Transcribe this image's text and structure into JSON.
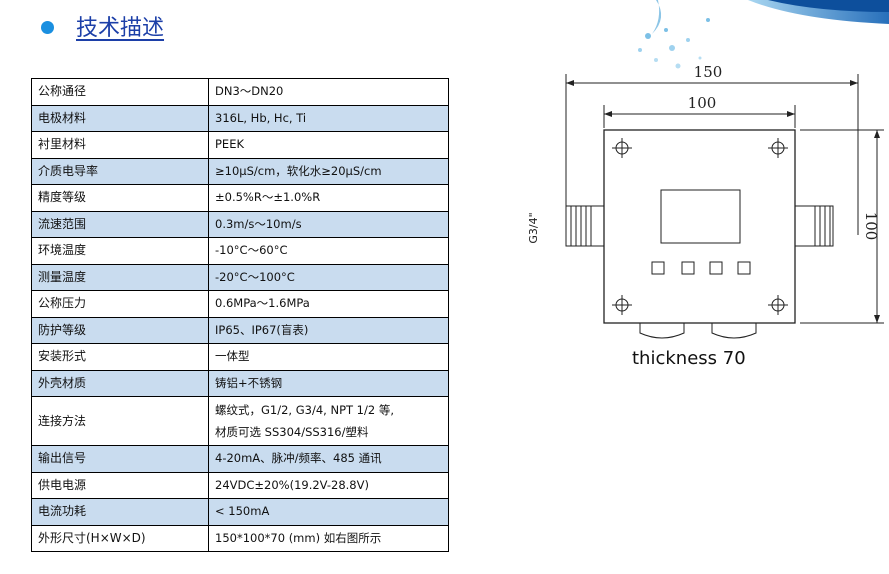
{
  "heading": "技术描述",
  "rows": [
    {
      "label": "公称通径",
      "value": "DN3～DN20",
      "shade": false
    },
    {
      "label": "电极材料",
      "value": "316L, Hb, Hc, Ti",
      "shade": true
    },
    {
      "label": "衬里材料",
      "value": "PEEK",
      "shade": false
    },
    {
      "label": "介质电导率",
      "value": "≥10μS/cm，软化水≥20μS/cm",
      "shade": true
    },
    {
      "label": "精度等级",
      "value": "±0.5%R～±1.0%R",
      "shade": false
    },
    {
      "label": "流速范围",
      "value": "0.3m/s～10m/s",
      "shade": true
    },
    {
      "label": "环境温度",
      "value": "-10°C～60°C",
      "shade": false
    },
    {
      "label": "测量温度",
      "value": "-20°C～100°C",
      "shade": true
    },
    {
      "label": "公称压力",
      "value": "0.6MPa～1.6MPa",
      "shade": false
    },
    {
      "label": "防护等级",
      "value": "IP65、IP67(盲表)",
      "shade": true
    },
    {
      "label": "安装形式",
      "value": "一体型",
      "shade": false
    },
    {
      "label": "外壳材质",
      "value": "铸铝+不锈钢",
      "shade": true
    },
    {
      "label": "连接方法",
      "value": "螺纹式，G1/2, G3/4, NPT 1/2 等,",
      "value2": "材质可选 SS304/SS316/塑料",
      "shade": false
    },
    {
      "label": "输出信号",
      "value": "4-20mA、脉冲/频率、485 通讯",
      "shade": true
    },
    {
      "label": "供电电源",
      "value": "24VDC±20%(19.2V-28.8V)",
      "shade": false
    },
    {
      "label": "电流功耗",
      "value": "< 150mA",
      "shade": true
    },
    {
      "label": "外形尺寸(H×W×D)",
      "value": "150*100*70 (mm)  如右图所示",
      "shade": false
    }
  ],
  "drawing": {
    "dim_outer_width": "150",
    "dim_inner_width": "100",
    "dim_height": "100",
    "thread_label": "G3/4\"",
    "thickness_label": "thickness 70"
  }
}
